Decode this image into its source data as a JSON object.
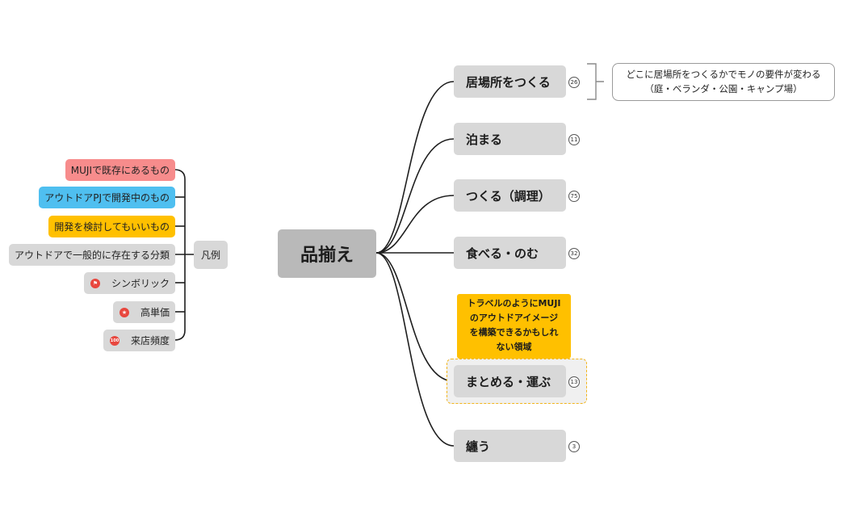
{
  "central": {
    "label": "品揃え"
  },
  "topics": [
    {
      "label": "居場所をつくる",
      "count": "26"
    },
    {
      "label": "泊まる",
      "count": "11"
    },
    {
      "label": "つくる（調理）",
      "count": "75"
    },
    {
      "label": "食べる・のむ",
      "count": "32"
    },
    {
      "label": "まとめる・運ぶ",
      "count": "13"
    },
    {
      "label": "纏う",
      "count": "3"
    }
  ],
  "note": {
    "line1": "どこに居場所をつくるかでモノの要件が変わる",
    "line2": "（庭・ベランダ・公園・キャンプ場）"
  },
  "callout": {
    "line1": "トラベルのようにMUJI",
    "line2": "のアウトドアイメージ",
    "line3": "を構築できるかもしれ",
    "line4": "ない領域"
  },
  "legend": {
    "title": "凡例",
    "items": [
      {
        "label": "MUJIで既存にあるもの",
        "color": "#f78c8c"
      },
      {
        "label": "アウトドアPJで開発中のもの",
        "color": "#4fbff0"
      },
      {
        "label": "開発を検討してもいいもの",
        "color": "#ffc000"
      },
      {
        "label": "アウトドアで一般的に存在する分類",
        "color": "#d8d8d8"
      },
      {
        "label": "シンボリック",
        "icon": "flag-icon",
        "color": "#d8d8d8"
      },
      {
        "label": "高単価",
        "icon": "star-icon",
        "color": "#d8d8d8"
      },
      {
        "label": "来店頻度",
        "icon": "number-100-icon",
        "color": "#d8d8d8"
      }
    ]
  },
  "colors": {
    "icon_red": "#e8473e",
    "callout": "#ffc000",
    "selection": "#f2b51c"
  }
}
